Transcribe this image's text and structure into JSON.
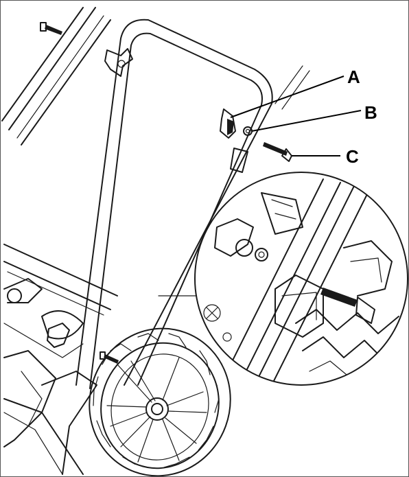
{
  "callouts": {
    "a": "A",
    "b": "B",
    "c": "C"
  },
  "colors": {
    "line": "#1a1a1a",
    "background": "#ffffff",
    "frame": "#555555"
  }
}
